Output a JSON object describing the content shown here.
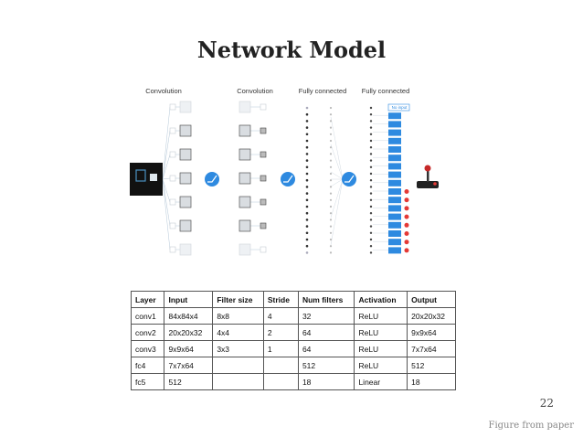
{
  "slide": {
    "title": "Network Model",
    "page_number": "22",
    "caption": "Figure from paper"
  },
  "diagram": {
    "column_labels": [
      "Convolution",
      "Convolution",
      "Fully connected",
      "Fully connected"
    ],
    "no_input_label": "No input",
    "accent_color": "#2e8ae0",
    "output_actions": 18,
    "icons": [
      "game-frame-icon",
      "relu-icon",
      "joystick-icon"
    ]
  },
  "table": {
    "headers": [
      "Layer",
      "Input",
      "Filter size",
      "Stride",
      "Num filters",
      "Activation",
      "Output"
    ],
    "rows": [
      [
        "conv1",
        "84x84x4",
        "8x8",
        "4",
        "32",
        "ReLU",
        "20x20x32"
      ],
      [
        "conv2",
        "20x20x32",
        "4x4",
        "2",
        "64",
        "ReLU",
        "9x9x64"
      ],
      [
        "conv3",
        "9x9x64",
        "3x3",
        "1",
        "64",
        "ReLU",
        "7x7x64"
      ],
      [
        "fc4",
        "7x7x64",
        "",
        "",
        "512",
        "ReLU",
        "512"
      ],
      [
        "fc5",
        "512",
        "",
        "",
        "18",
        "Linear",
        "18"
      ]
    ]
  }
}
